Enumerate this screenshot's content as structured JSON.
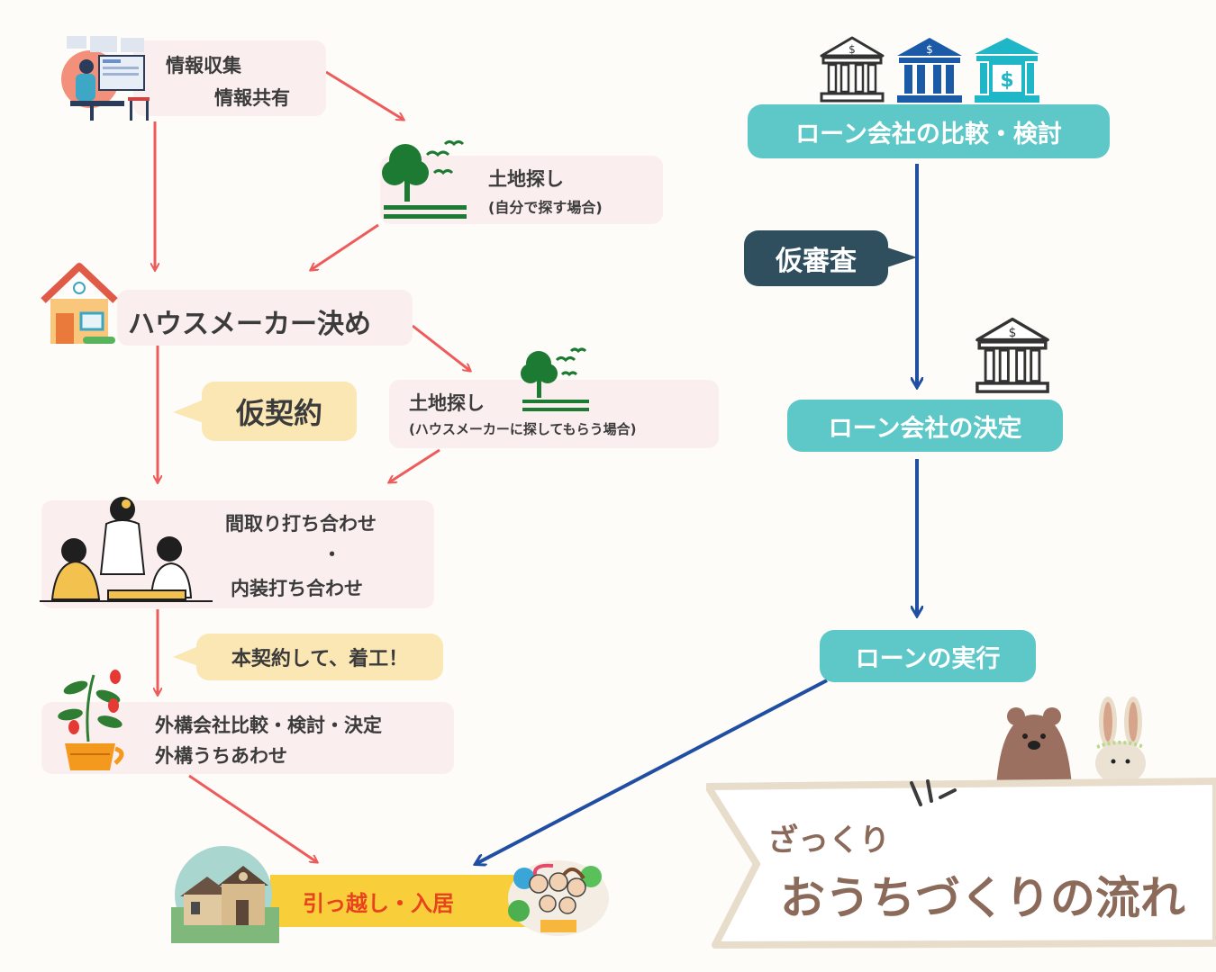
{
  "left_flow": {
    "info": {
      "line1": "情報収集",
      "line2": "情報共有"
    },
    "land1": {
      "title": "土地探し",
      "sub": "(自分で探す場合)"
    },
    "maker": {
      "label": "ハウスメーカー決め"
    },
    "kari_keiyaku": {
      "label": "仮契約"
    },
    "land2": {
      "title": "土地探し",
      "sub": "(ハウスメーカーに探してもらう場合)"
    },
    "meeting": {
      "line1": "間取り打ち合わせ",
      "dot": "・",
      "line2": "内装打ち合わせ"
    },
    "hon_keiyaku": {
      "label": "本契約して、着工！"
    },
    "exterior": {
      "line1": "外構会社比較・検討・決定",
      "line2": "外構うちあわせ"
    },
    "move_in": {
      "label": "引っ越し・入居"
    }
  },
  "right_flow": {
    "compare": {
      "label": "ローン会社の比較・検討"
    },
    "kari_shinsa": {
      "label": "仮審査"
    },
    "decide": {
      "label": "ローン会社の決定"
    },
    "execute": {
      "label": "ローンの実行"
    }
  },
  "title_banner": {
    "sub": "ざっくり",
    "main": "おうちづくりの流れ"
  },
  "icons": [
    "computer-work-icon",
    "tree-icon",
    "house-icon",
    "people-meeting-icon",
    "plant-pot-icon",
    "bank-icon",
    "bear-icon",
    "rabbit-icon",
    "family-icon"
  ],
  "colors": {
    "pink_box": "#fbeeee",
    "teal_box": "#5ec8c9",
    "dark_box": "#2f4f5e",
    "yellow_box": "#fbe7b4",
    "move_in_box": "#f8cf3a",
    "red_arrow": "#ee5b5b",
    "blue_arrow": "#1f4ea3",
    "title_text": "#8b6a5a"
  }
}
